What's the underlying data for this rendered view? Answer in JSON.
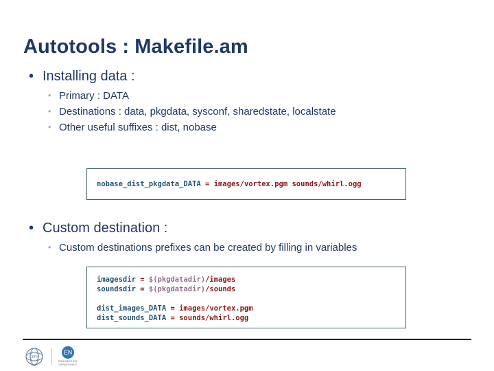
{
  "slide": {
    "title": "Autotools : Makefile.am",
    "title_color": "#1f3864",
    "background": "#ffffff"
  },
  "sections": [
    {
      "heading": "Installing data :",
      "heading_marker": "•",
      "sub_marker": "•",
      "sub_items": [
        "Primary : DATA",
        "Destinations : data, pkgdata, sysconf, sharedstate, localstate",
        "Other useful suffixes : dist, nobase"
      ]
    },
    {
      "heading": "Custom destination :",
      "heading_marker": "•",
      "sub_marker": "•",
      "sub_items": [
        "Custom destinations prefixes can be created by filling in variables"
      ]
    }
  ],
  "code_boxes": [
    {
      "name": "nobase-dist-pkgdata-data",
      "border_color": "#3f5c66",
      "lines": [
        {
          "tokens": [
            {
              "text": "nobase_dist_pkgdata_DATA ",
              "type": "var"
            },
            {
              "text": "= images/vortex.pgm sounds/whirl.ogg",
              "type": "val"
            }
          ]
        }
      ]
    },
    {
      "name": "custom-destination-vars",
      "border_color": "#3f5c66",
      "lines": [
        {
          "tokens": [
            {
              "text": "imagesdir ",
              "type": "var"
            },
            {
              "text": "= ",
              "type": "val"
            },
            {
              "text": "$(pkgdatadir)",
              "type": "ref"
            },
            {
              "text": "/images",
              "type": "val"
            }
          ]
        },
        {
          "tokens": [
            {
              "text": "soundsdir ",
              "type": "var"
            },
            {
              "text": "= ",
              "type": "val"
            },
            {
              "text": "$(pkgdatadir)",
              "type": "ref"
            },
            {
              "text": "/sounds",
              "type": "val"
            }
          ]
        },
        {
          "blank": true
        },
        {
          "tokens": [
            {
              "text": "dist_images_DATA ",
              "type": "var"
            },
            {
              "text": "= images/vortex.pgm",
              "type": "val"
            }
          ]
        },
        {
          "tokens": [
            {
              "text": "dist_sounds_DATA ",
              "type": "var"
            },
            {
              "text": "= sounds/whirl.ogg",
              "type": "val"
            }
          ]
        }
      ]
    }
  ],
  "code_colors": {
    "variable": "#1f5473",
    "value": "#8c1616",
    "reference": "#8e6e8a"
  },
  "footer": {
    "rule_color": "#16252b",
    "logos": [
      {
        "name": "cern-logo",
        "label": "CERN"
      },
      {
        "name": "en-logo",
        "initials": "EN",
        "caption": "ENGINEERING\nDEPARTMENT",
        "accent": "#2e75b6"
      }
    ]
  }
}
